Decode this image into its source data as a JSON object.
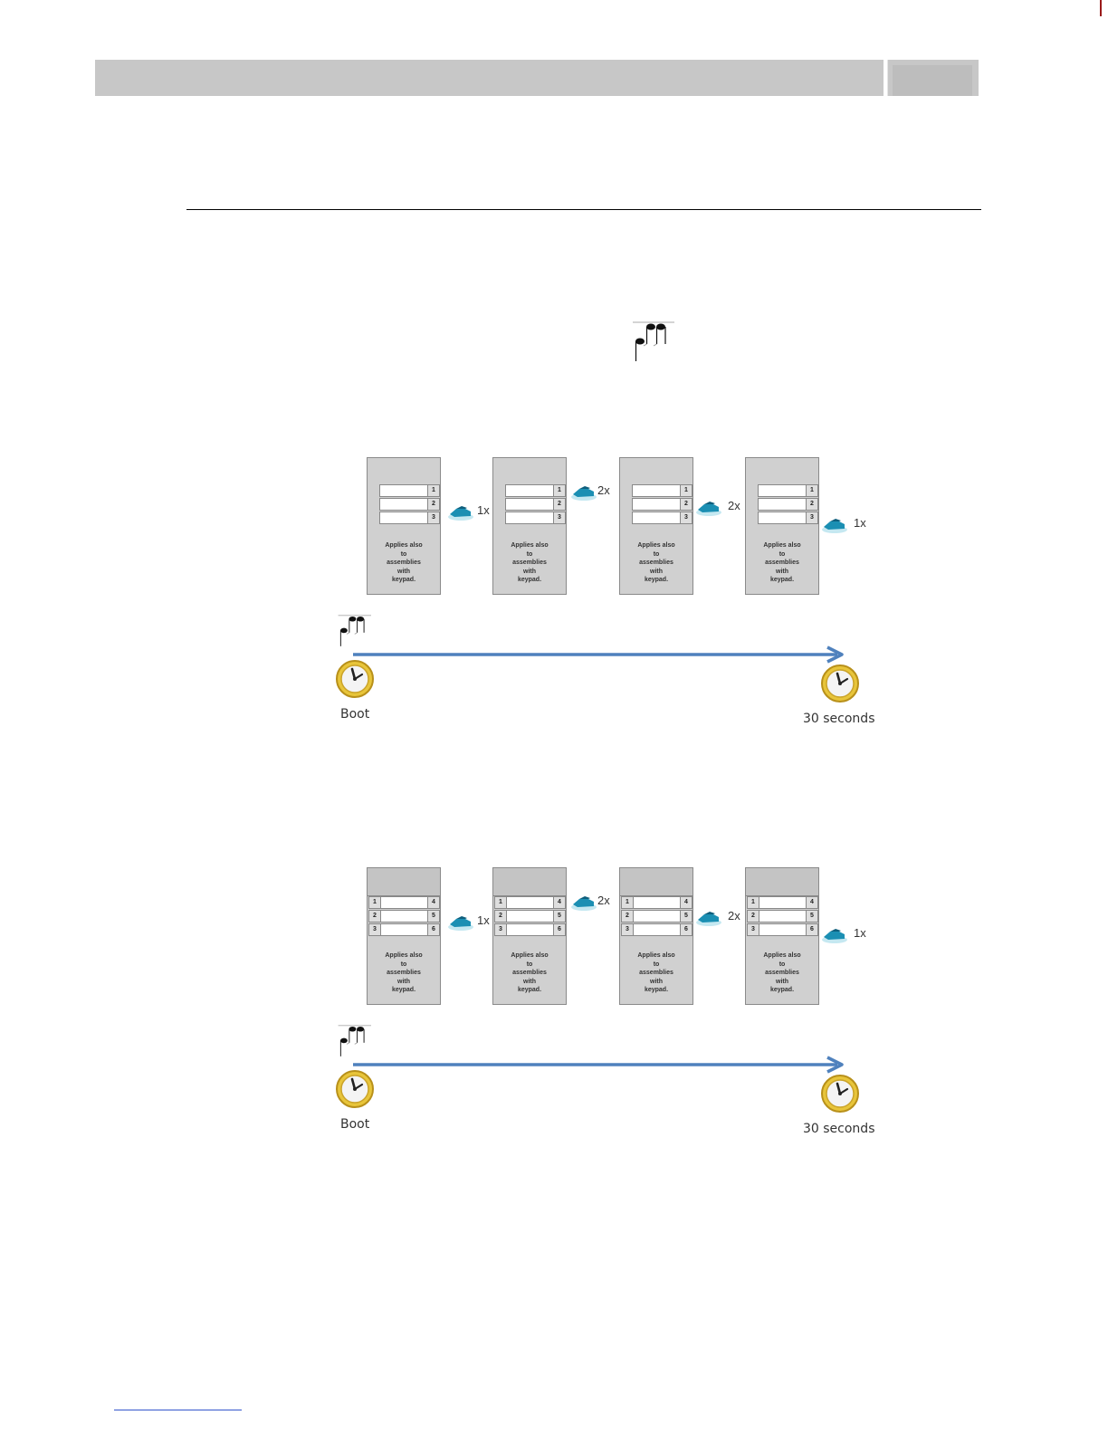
{
  "header": {
    "title": "",
    "page_tab": ""
  },
  "icons": {
    "tone": "music-notes-icon",
    "clock": "clock-icon",
    "press": "finger-press-icon"
  },
  "panel_note": "Applies also\nto\nassemblies\nwith\nkeypad.",
  "diagrams": [
    {
      "layout": "single-column",
      "panels": [
        {
          "keys": [
            "1",
            "2",
            "3"
          ],
          "press_count": "1x"
        },
        {
          "keys": [
            "1",
            "2",
            "3"
          ],
          "press_count": "2x"
        },
        {
          "keys": [
            "1",
            "2",
            "3"
          ],
          "press_count": "2x"
        },
        {
          "keys": [
            "1",
            "2",
            "3"
          ],
          "press_count": "1x"
        }
      ],
      "timeline": {
        "start_label": "Boot",
        "end_label": "30 seconds"
      }
    },
    {
      "layout": "two-column",
      "panels": [
        {
          "keys_left": [
            "1",
            "2",
            "3"
          ],
          "keys_right": [
            "4",
            "5",
            "6"
          ],
          "press_count": "1x"
        },
        {
          "keys_left": [
            "1",
            "2",
            "3"
          ],
          "keys_right": [
            "4",
            "5",
            "6"
          ],
          "press_count": "2x"
        },
        {
          "keys_left": [
            "1",
            "2",
            "3"
          ],
          "keys_right": [
            "4",
            "5",
            "6"
          ],
          "press_count": "2x"
        },
        {
          "keys_left": [
            "1",
            "2",
            "3"
          ],
          "keys_right": [
            "4",
            "5",
            "6"
          ],
          "press_count": "1x"
        }
      ],
      "timeline": {
        "start_label": "Boot",
        "end_label": "30 seconds"
      }
    }
  ],
  "colors": {
    "arrow": "#4f81bd",
    "finger": "#1b8fb3",
    "panel": "#d0d0d0",
    "clock_rim": "#d9b21c"
  }
}
